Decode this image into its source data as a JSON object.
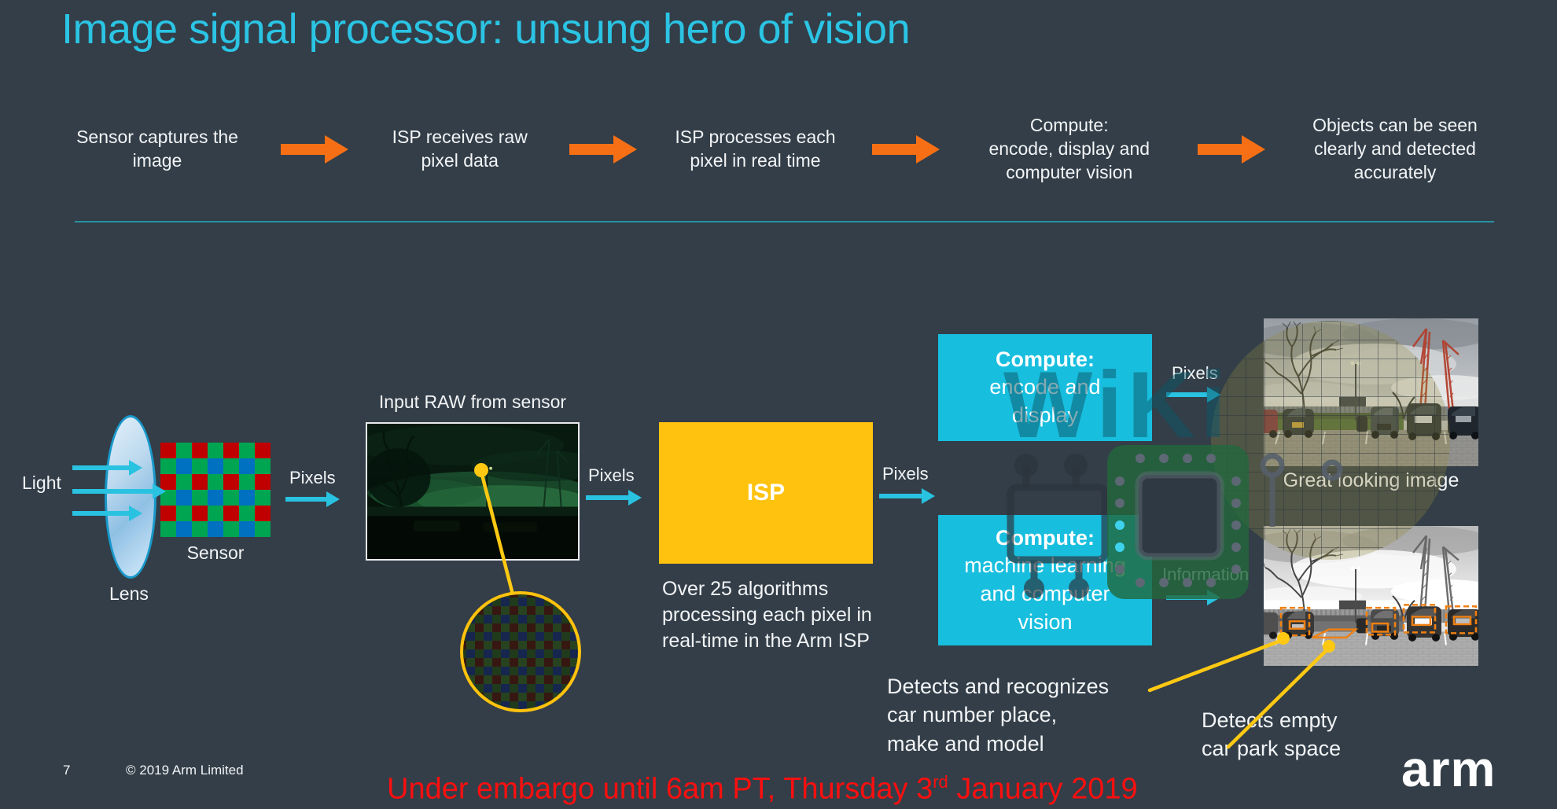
{
  "slide": {
    "title": "Image signal processor: unsung hero of vision",
    "page_number": "7",
    "copyright": "© 2019 Arm Limited",
    "embargo": {
      "prefix": "Under embargo until 6am PT, Thursday 3",
      "superscript": "rd",
      "suffix": " January 2019"
    },
    "logo_text": "arm",
    "watermark_text": "WiKi"
  },
  "colors": {
    "background": "#333E48",
    "accent_cyan": "#29C2E1",
    "compute_box_cyan": "#18BEDE",
    "flow_arrow_orange": "#F76F15",
    "isp_yellow": "#FFC20E",
    "callout_yellow": "#FFC913",
    "detection_orange": "#EF8012",
    "embargo_red": "#FB0F0F",
    "bayer_red": "#C00000",
    "bayer_green": "#00A551",
    "bayer_blue": "#0070C0"
  },
  "top_flow": {
    "steps": [
      {
        "text": "Sensor captures the\nimage"
      },
      {
        "text": "ISP receives raw\npixel data"
      },
      {
        "text": "ISP processes each\npixel in real time"
      },
      {
        "text": "Compute:\nencode, display and\ncomputer vision"
      },
      {
        "text": "Objects can be seen\nclearly and detected\naccurately"
      }
    ]
  },
  "pipeline": {
    "light_label": "Light",
    "lens_label": "Lens",
    "sensor_label": "Sensor",
    "pixels_after_sensor": "Pixels",
    "raw_title": "Input RAW from sensor",
    "pixels_after_raw": "Pixels",
    "isp_title": "ISP",
    "isp_caption": "Over 25 algorithms\nprocessing each pixel in\nreal-time in the Arm ISP",
    "pixels_after_isp": "Pixels",
    "compute_encode": {
      "heading": "Compute:",
      "body": "encode and\ndisplay"
    },
    "compute_ml": {
      "heading": "Compute:",
      "body": "machine learning\nand computer\nvision"
    },
    "pixels_to_display": "Pixels",
    "information_label": "Information",
    "great_image_caption": "Great looking image",
    "detect_plate_caption": "Detects and recognizes\ncar number place,\nmake and model",
    "detect_space_caption": "Detects empty\ncar park space"
  }
}
